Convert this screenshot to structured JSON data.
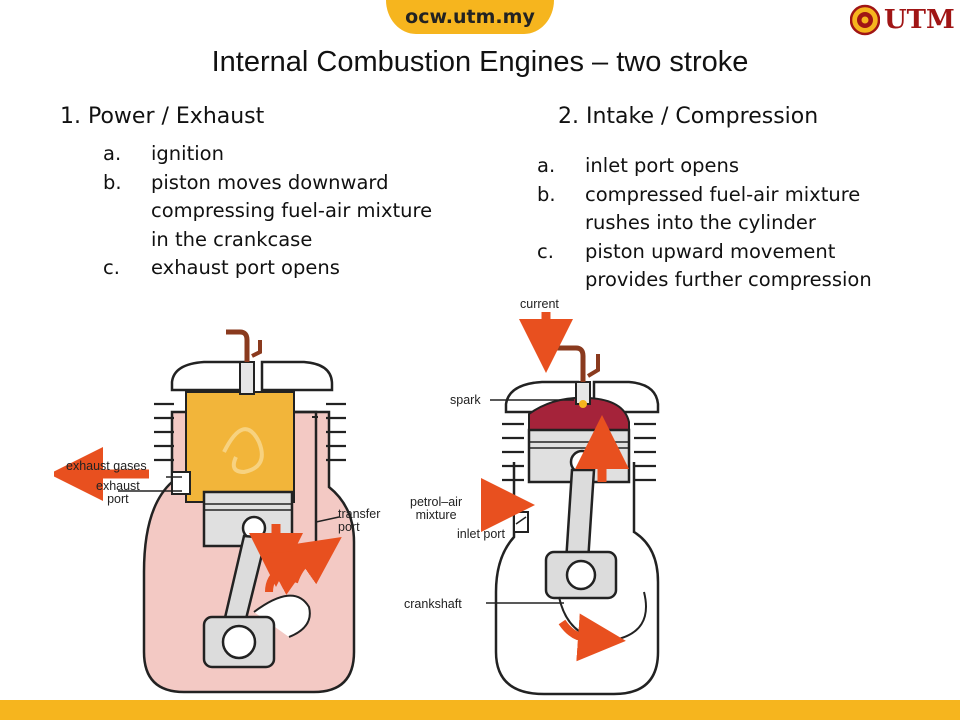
{
  "header": {
    "site": "ocw.utm.my",
    "logo_text": "UTM"
  },
  "title": "Internal Combustion Engines – two stroke",
  "columns": [
    {
      "heading": "1. Power / Exhaust",
      "items": [
        {
          "letter": "a.",
          "lines": [
            "ignition"
          ]
        },
        {
          "letter": "b.",
          "lines": [
            "piston moves downward",
            "compressing fuel-air mixture",
            "in the crankcase"
          ]
        },
        {
          "letter": "c.",
          "lines": [
            "exhaust port opens"
          ]
        }
      ]
    },
    {
      "heading": "2. Intake / Compression",
      "items": [
        {
          "letter": "a.",
          "lines": [
            "inlet port opens"
          ]
        },
        {
          "letter": "b.",
          "lines": [
            "compressed fuel-air mixture",
            "rushes into the cylinder"
          ]
        },
        {
          "letter": "c.",
          "lines": [
            "piston upward movement",
            "provides further compression"
          ]
        }
      ]
    }
  ],
  "diagram_labels": {
    "exhaust_gases": "exhaust gases",
    "exhaust_port": [
      "exhaust",
      "port"
    ],
    "transfer_port": [
      "transfer",
      "port"
    ],
    "current": "current",
    "spark": "spark",
    "petrol_air_mixture": [
      "petrol–air",
      "mixture"
    ],
    "inlet_port": "inlet port",
    "crankshaft": "crankshaft"
  },
  "colors": {
    "accent": "#f6b51e",
    "arrow": "#e8501f",
    "gas": "#f2b53a",
    "mixture": "#f3c9c4",
    "metal": "#dcdcdc",
    "brand": "#a01515"
  }
}
